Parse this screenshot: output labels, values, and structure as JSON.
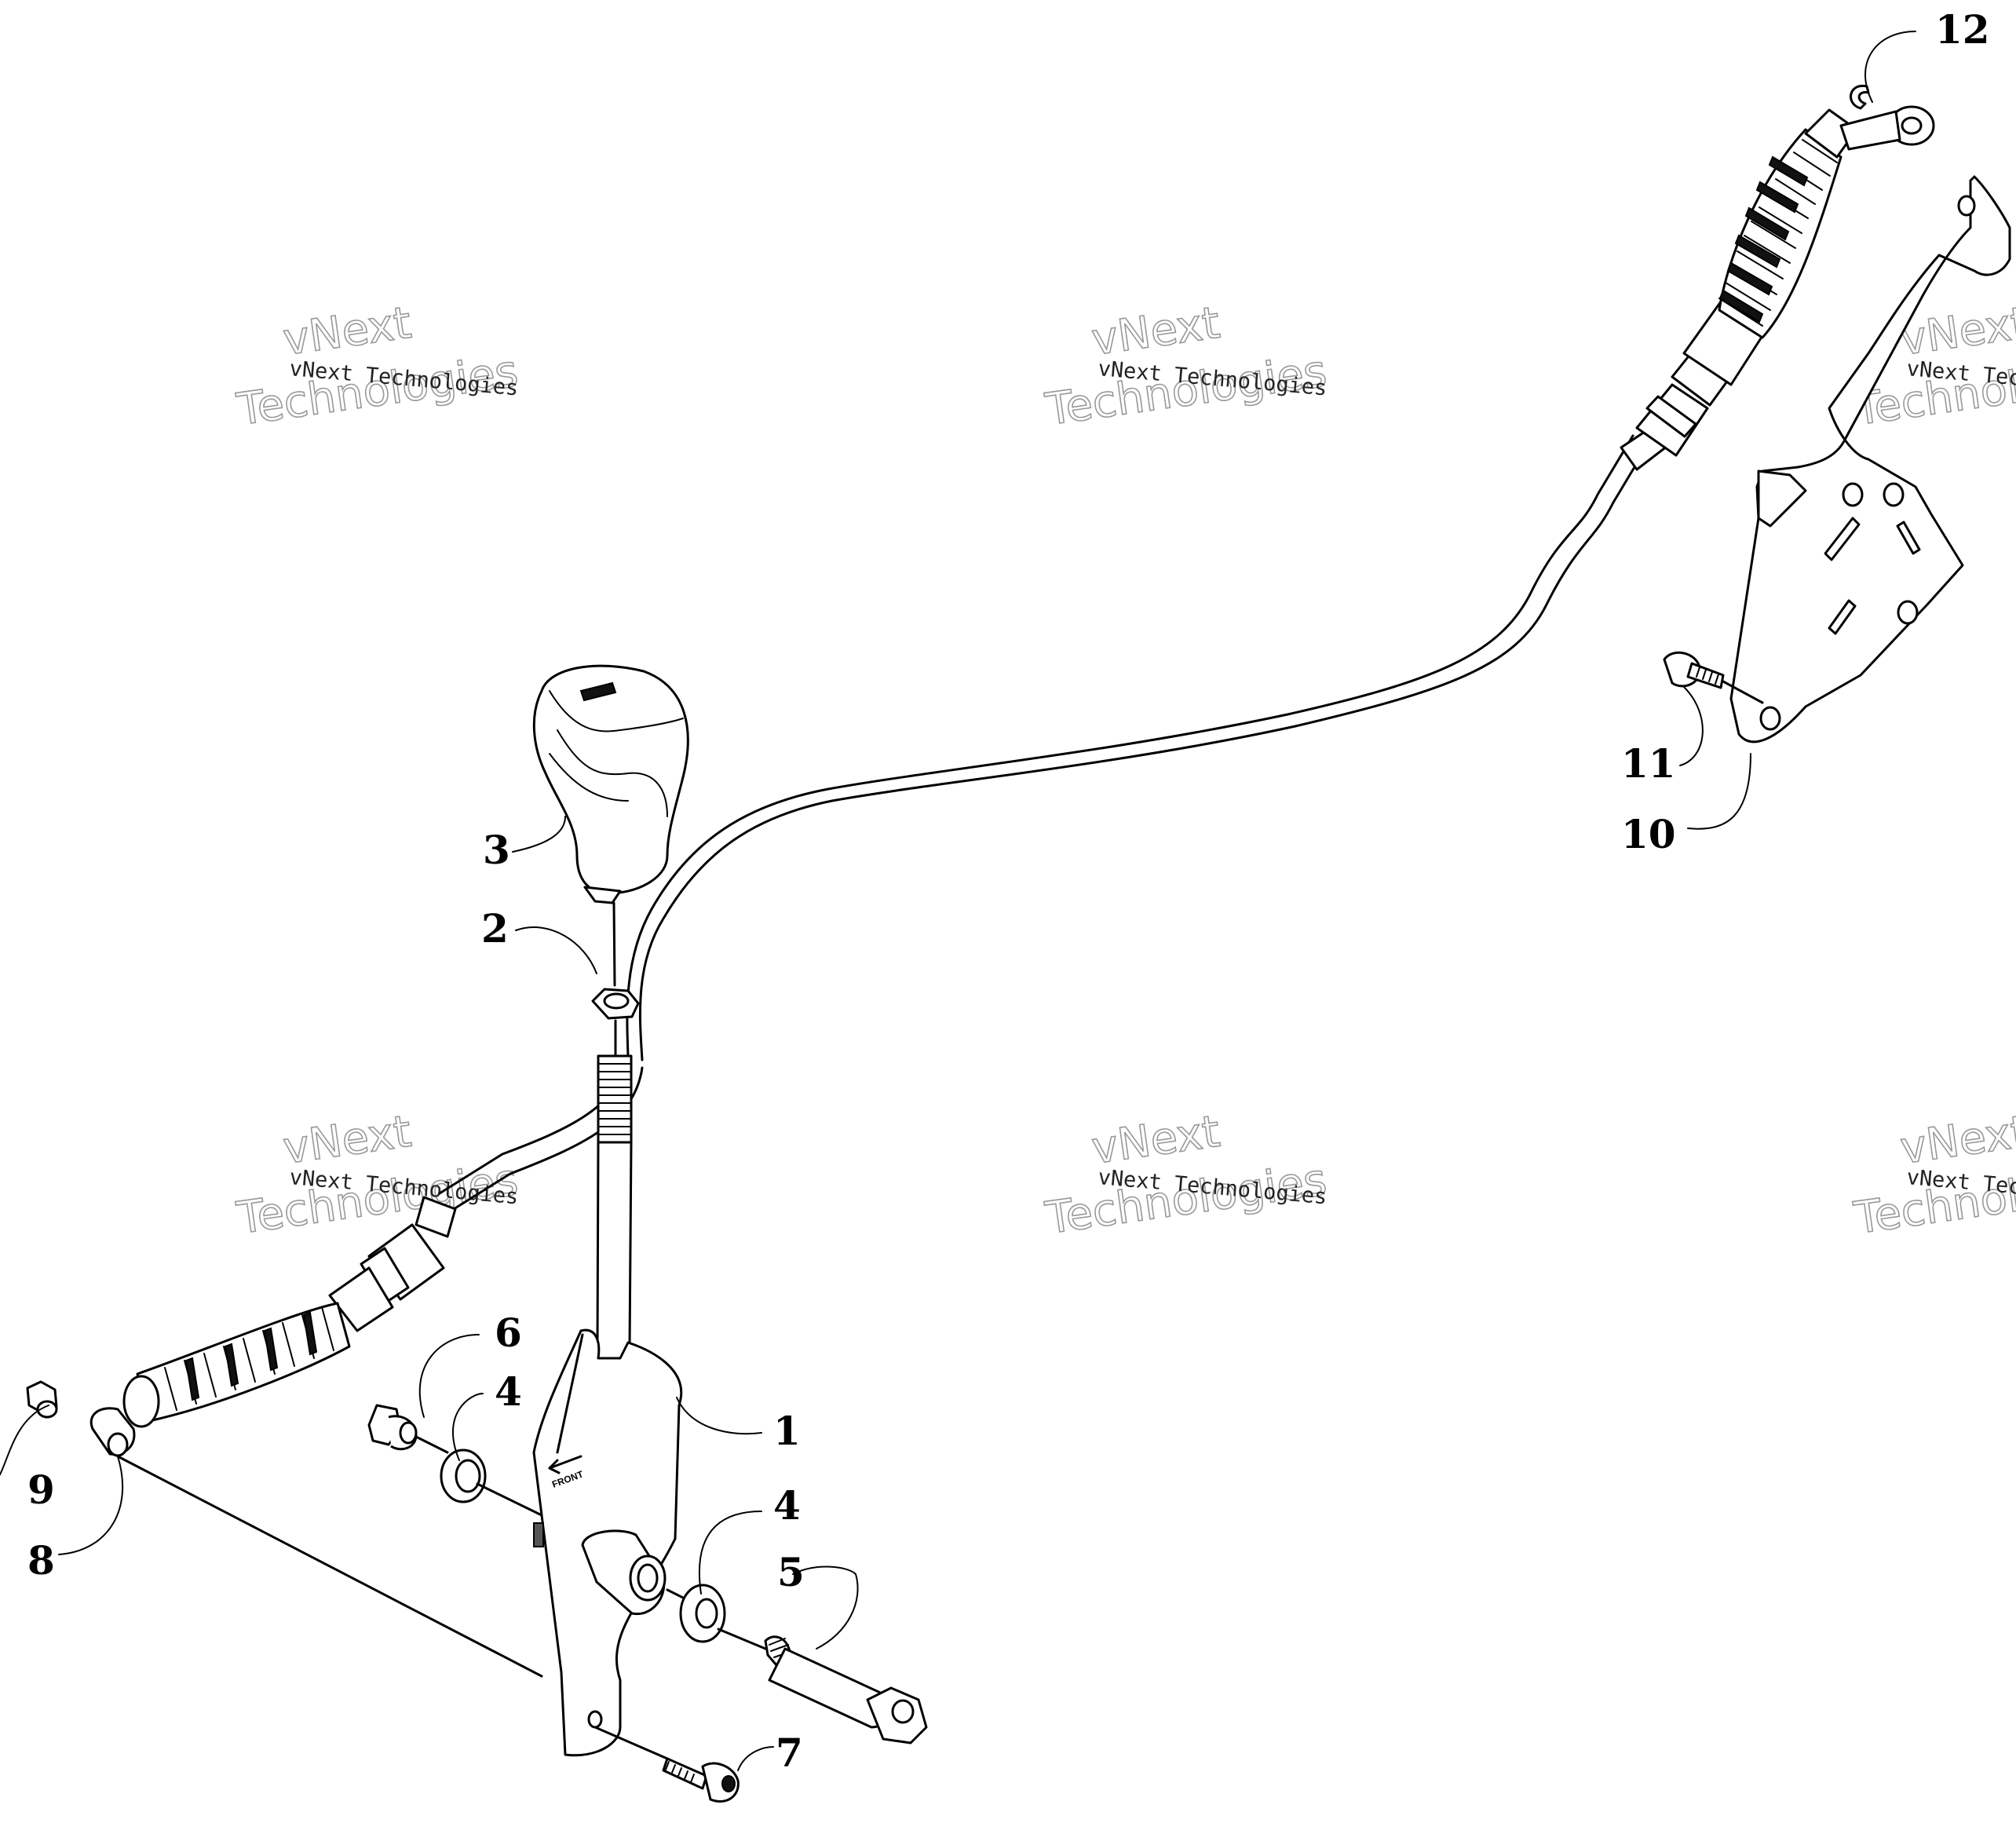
{
  "callouts": {
    "c1": "1",
    "c2": "2",
    "c3": "3",
    "c4a": "4",
    "c4b": "4",
    "c5": "5",
    "c6": "6",
    "c7": "7",
    "c8": "8",
    "c9": "9",
    "c10": "10",
    "c11": "11",
    "c12": "12"
  },
  "lever_marking": "FRONT",
  "watermark": {
    "line1": "vNext Technologies",
    "line2a": "vNext",
    "line2b": "Technologies"
  }
}
